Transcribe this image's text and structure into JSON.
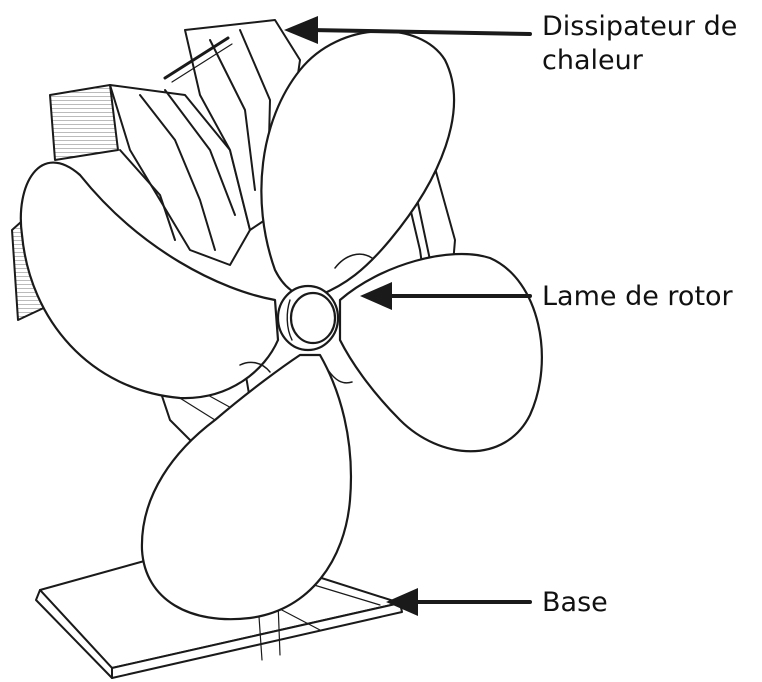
{
  "labels": {
    "heatsink_line1": "Dissipateur de",
    "heatsink_line2": "chaleur",
    "rotor_blade": "Lame de rotor",
    "base": "Base"
  },
  "colors": {
    "stroke": "#1a1a1a",
    "fill": "#ffffff",
    "hatch": "#6b6b6b",
    "text": "#111111"
  }
}
